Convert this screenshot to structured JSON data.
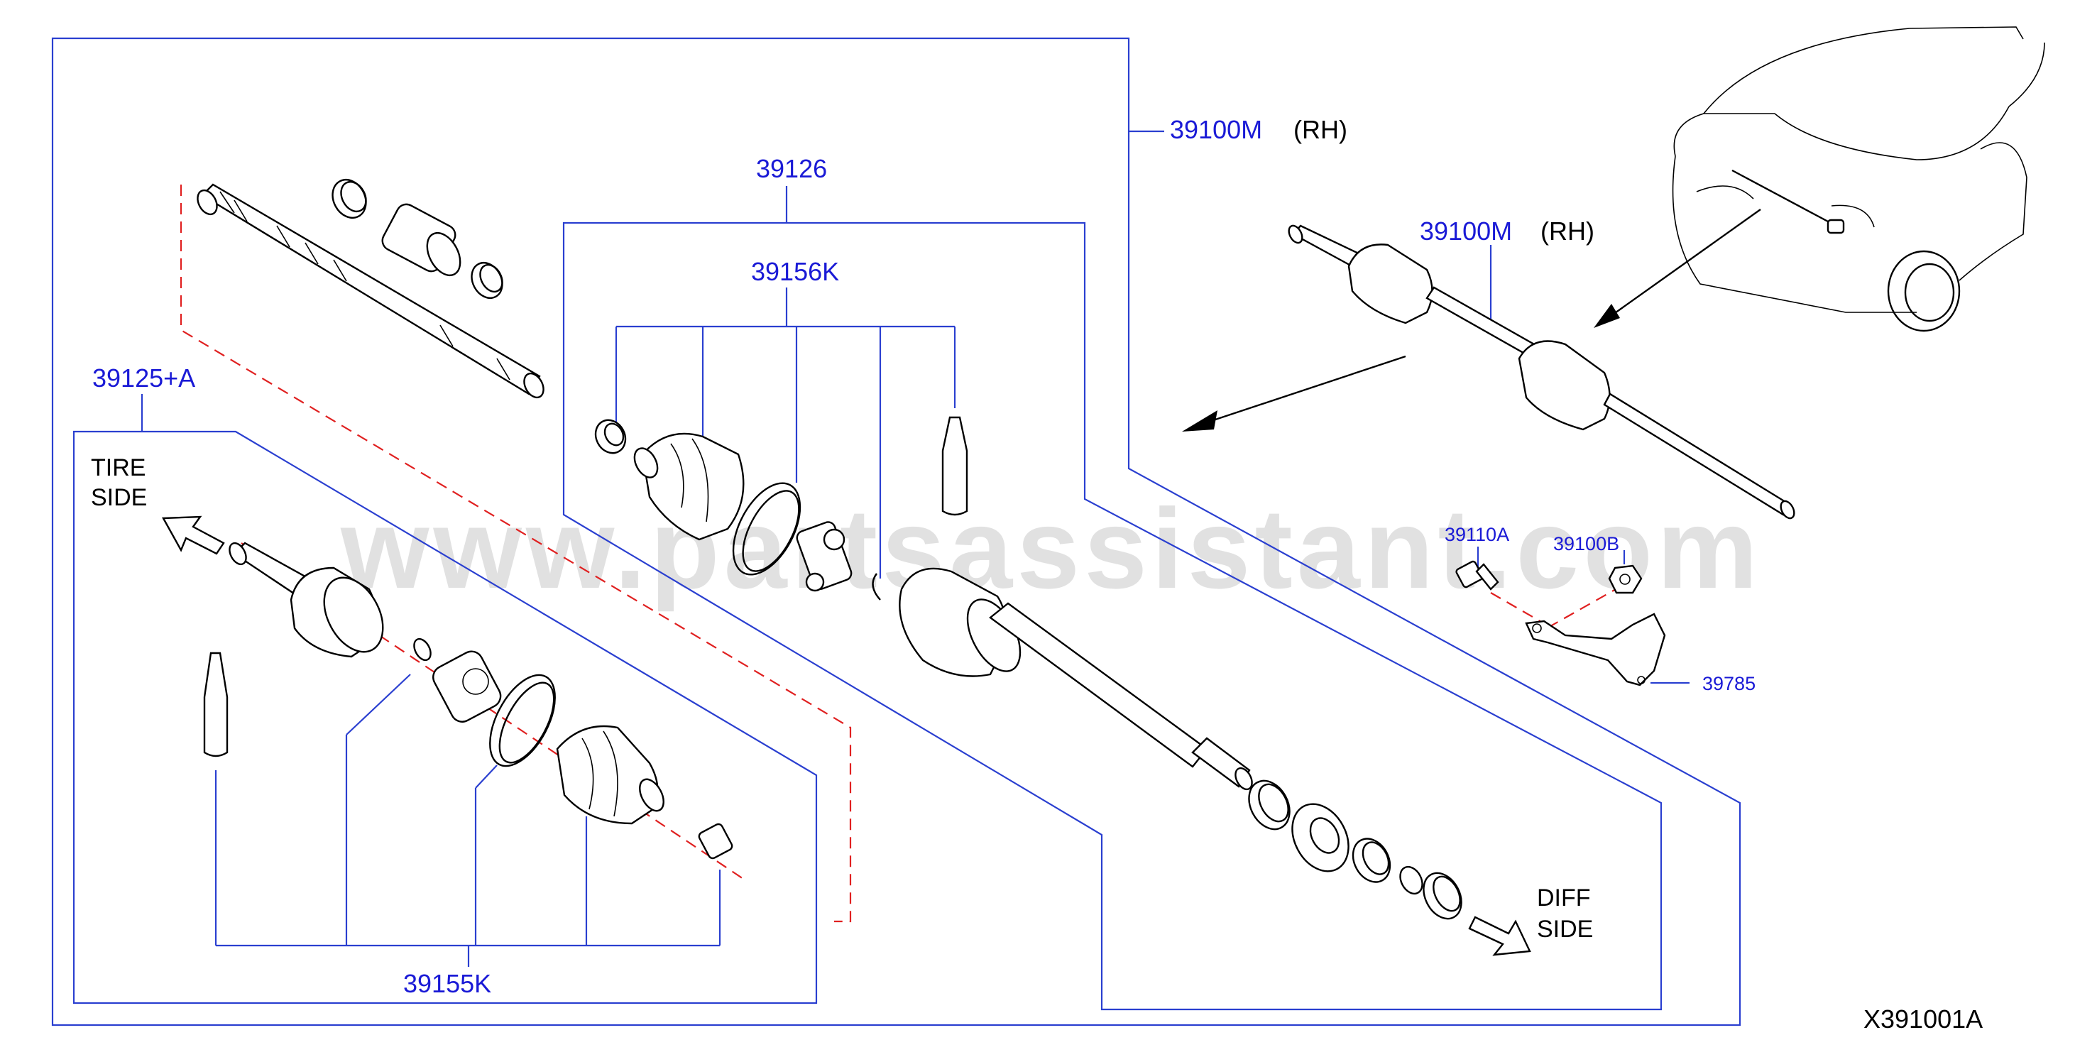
{
  "diagram": {
    "watermark": "www.partsassistant.com",
    "reference_code": "X391001A",
    "colors": {
      "callout": "#1a1ad6",
      "leader": "#2a3fd0",
      "centerline": "#e02020",
      "outline": "#000000"
    },
    "callouts": {
      "shaft_assy_rh": "39100M",
      "shaft_assy_rh_qualifier": "(RH)",
      "inset_shaft_rh": "39100M",
      "inset_shaft_rh_qualifier": "(RH)",
      "inner_joint_assy": "39126",
      "inner_boot_kit": "39156K",
      "outer_joint_assy": "39125+A",
      "outer_boot_kit": "39155K",
      "bracket_bolt": "39110A",
      "bracket_nut": "39100B",
      "support_bracket": "39785"
    },
    "side_labels": {
      "tire_line1": "TIRE",
      "tire_line2": "SIDE",
      "diff_line1": "DIFF",
      "diff_line2": "SIDE"
    }
  }
}
